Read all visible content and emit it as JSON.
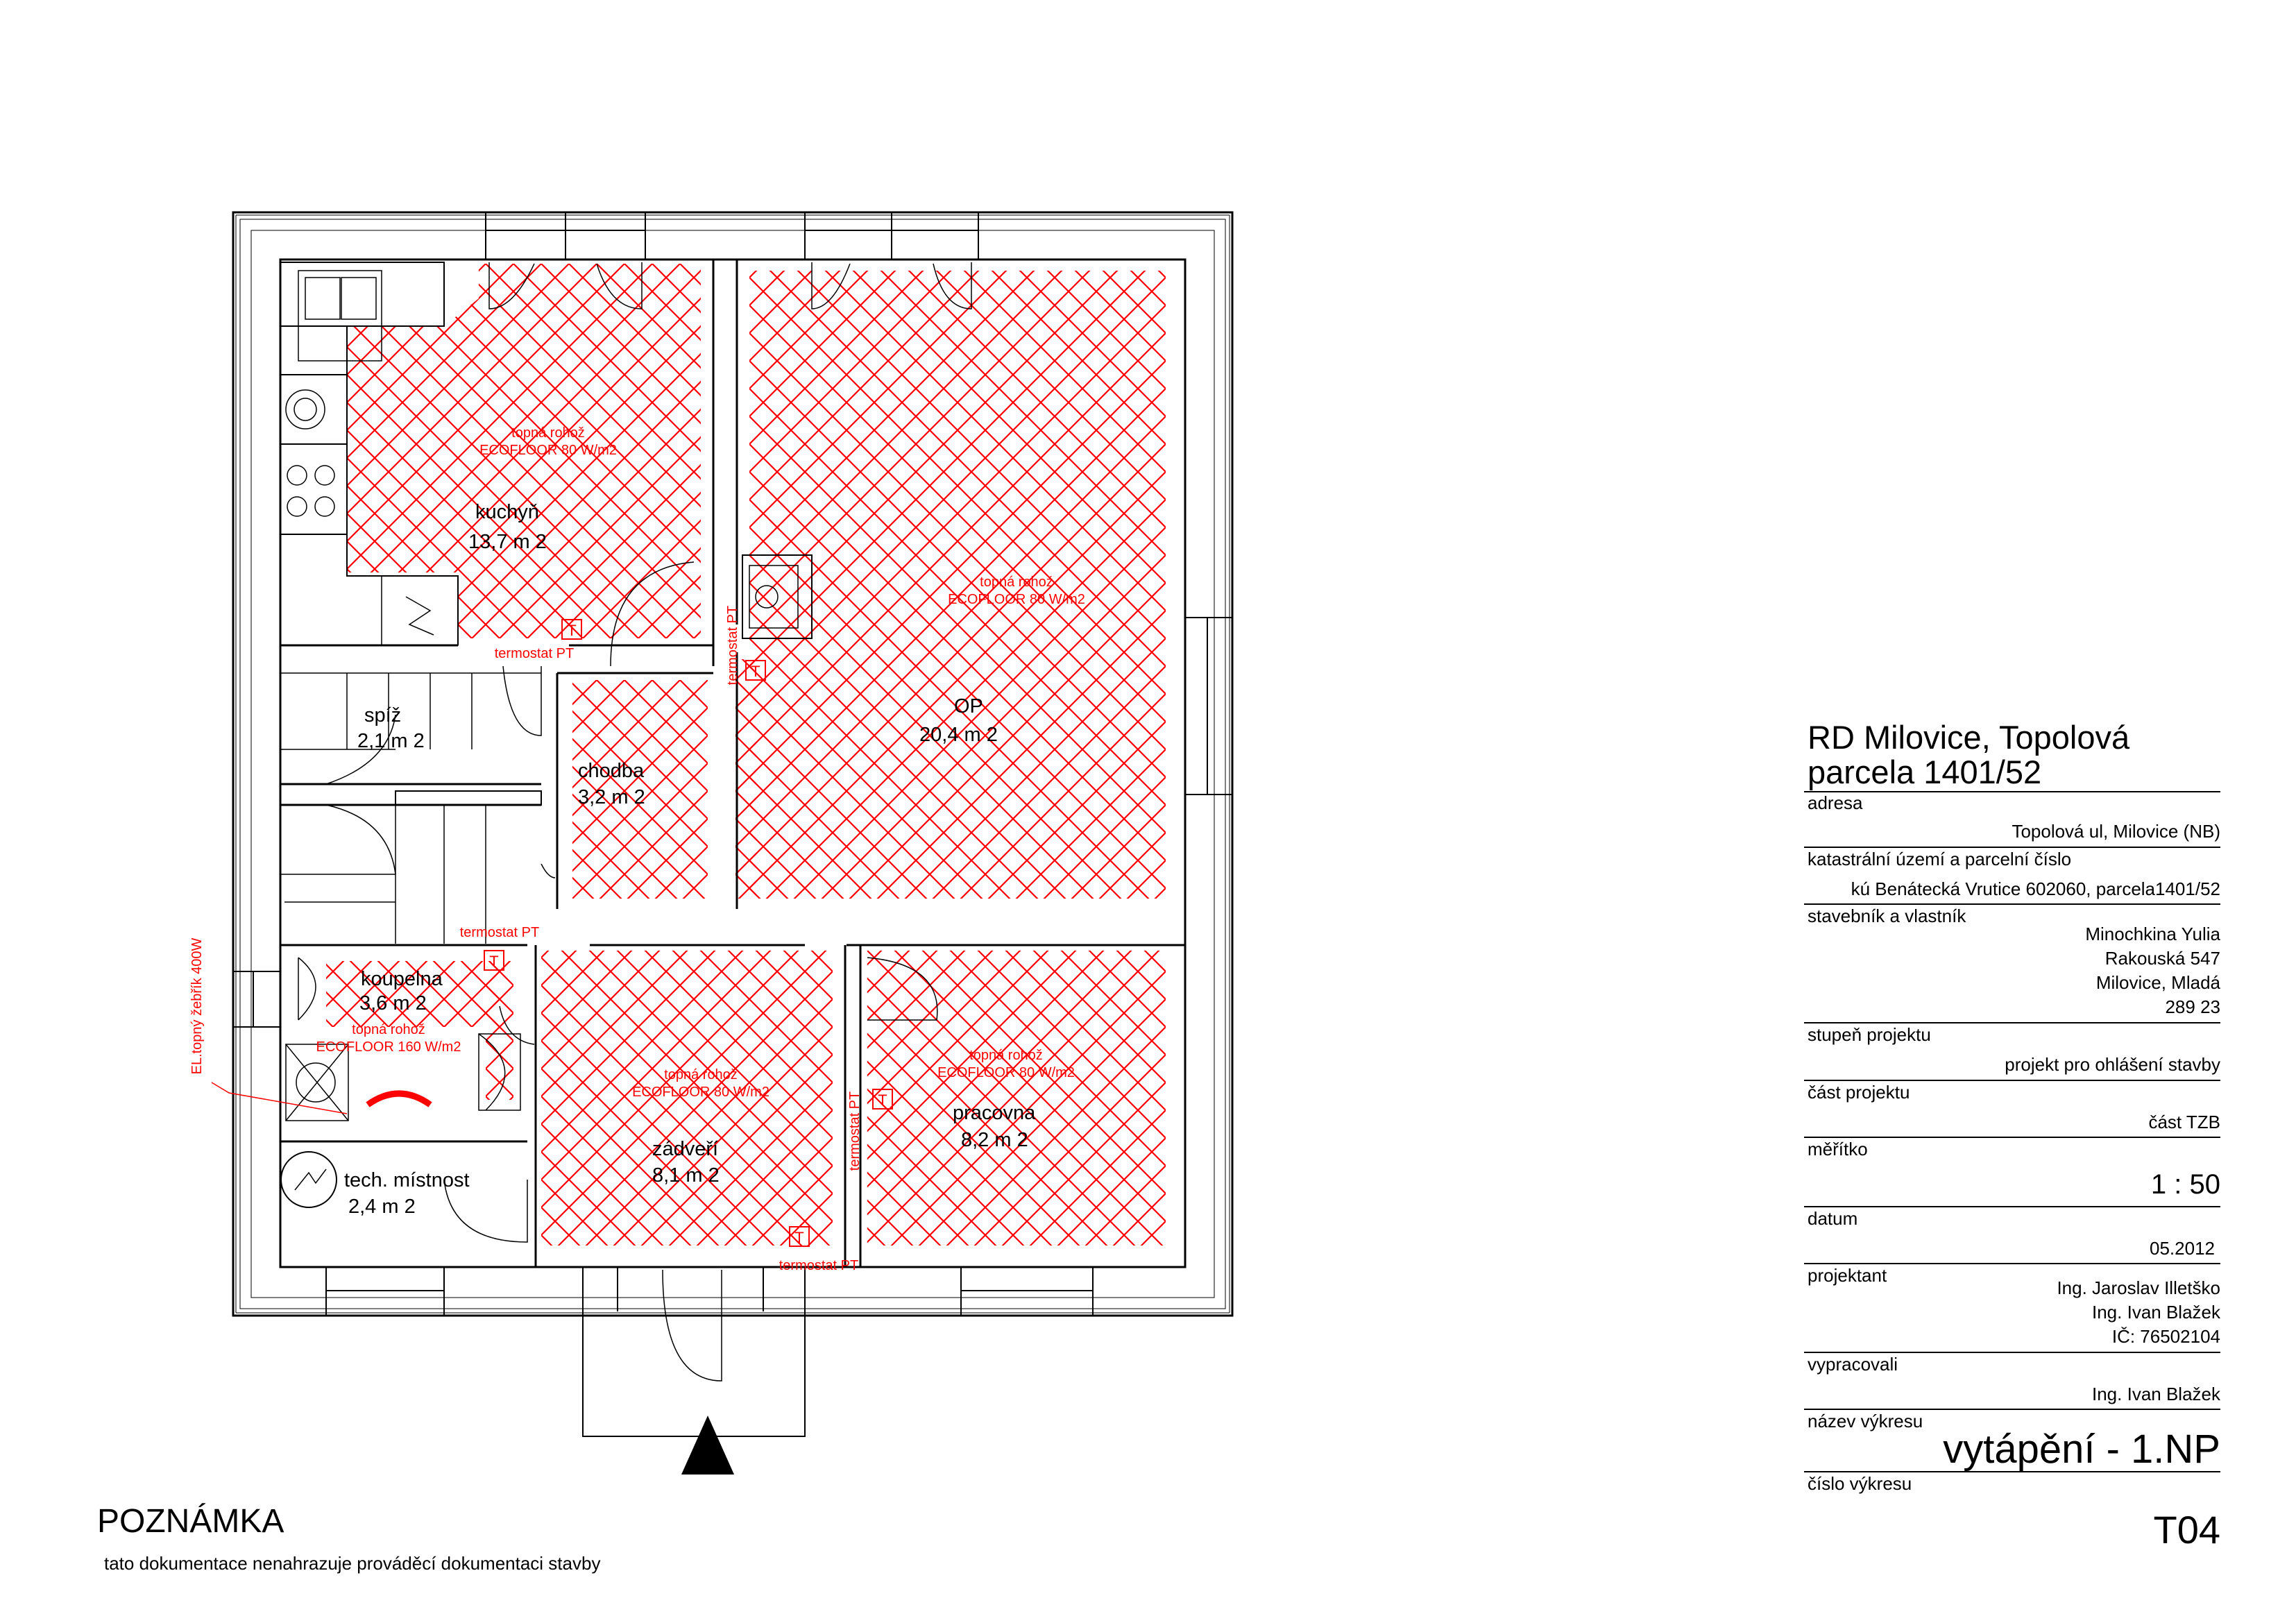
{
  "colors": {
    "heating": "#ff0000",
    "wall": "#000000",
    "background": "#ffffff"
  },
  "rooms": {
    "kuchyn": {
      "name": "kuchyň",
      "area": "13,7  m 2"
    },
    "op": {
      "name": "OP",
      "area": "20,4  m 2"
    },
    "spiz": {
      "name": "spíž",
      "area": "2,1  m 2"
    },
    "chodba": {
      "name": "chodba",
      "area": "3,2  m 2"
    },
    "koupelna": {
      "name": "koupelna",
      "area": "3,6  m 2"
    },
    "tech": {
      "name": "tech. místnost",
      "area": "2,4  m 2"
    },
    "zadveri": {
      "name": "zádveří",
      "area": "8,1  m 2"
    },
    "pracovna": {
      "name": "pracovna",
      "area": "8,2  m 2"
    }
  },
  "heating_mats": {
    "mat_80_label1": "topná rohož",
    "mat_80_label2": "ECOFLOOR 80 W/m2",
    "mat_160_label2": "ECOFLOOR 160 W/m2",
    "thermostat": "termostat PT",
    "thermostat_symbol": "T",
    "ladder_heater": "EL.topný žebřík 400W"
  },
  "title_block": {
    "project_line1": "RD Milovice, Topolová",
    "project_line2": "parcela 1401/52",
    "adresa_label": "adresa",
    "adresa_value": "Topolová ul, Milovice (NB)",
    "kataster_label": "katastrální území a parcelní číslo",
    "kataster_value": "kú Benátecká Vrutice 602060, parcela1401/52",
    "owner_label": "stavebník a vlastník",
    "owner_line1": "Minochkina Yulia",
    "owner_line2": "Rakouská 547",
    "owner_line3": "Milovice, Mladá",
    "owner_line4": "289 23",
    "stage_label": "stupeň projektu",
    "stage_value": "projekt pro ohlášení stavby",
    "part_label": "část projektu",
    "part_value": "část TZB",
    "scale_label": "měřítko",
    "scale_value": "1 : 50",
    "date_label": "datum",
    "date_value": "05.2012",
    "designer_label": "projektant",
    "designer_line1": "Ing. Jaroslav Illetško",
    "designer_line2": "Ing. Ivan Blažek",
    "designer_line3": "IČ: 76502104",
    "prepared_label": "vypracovali",
    "prepared_value": "Ing. Ivan Blažek",
    "drawing_name_label": "název výkresu",
    "drawing_name_value": "vytápění - 1.NP",
    "drawing_no_label": "číslo výkresu",
    "drawing_no_value": "T04"
  },
  "note": {
    "title": "POZNÁMKA",
    "text": "tato dokumentace nenahrazuje prováděcí dokumentaci stavby"
  }
}
